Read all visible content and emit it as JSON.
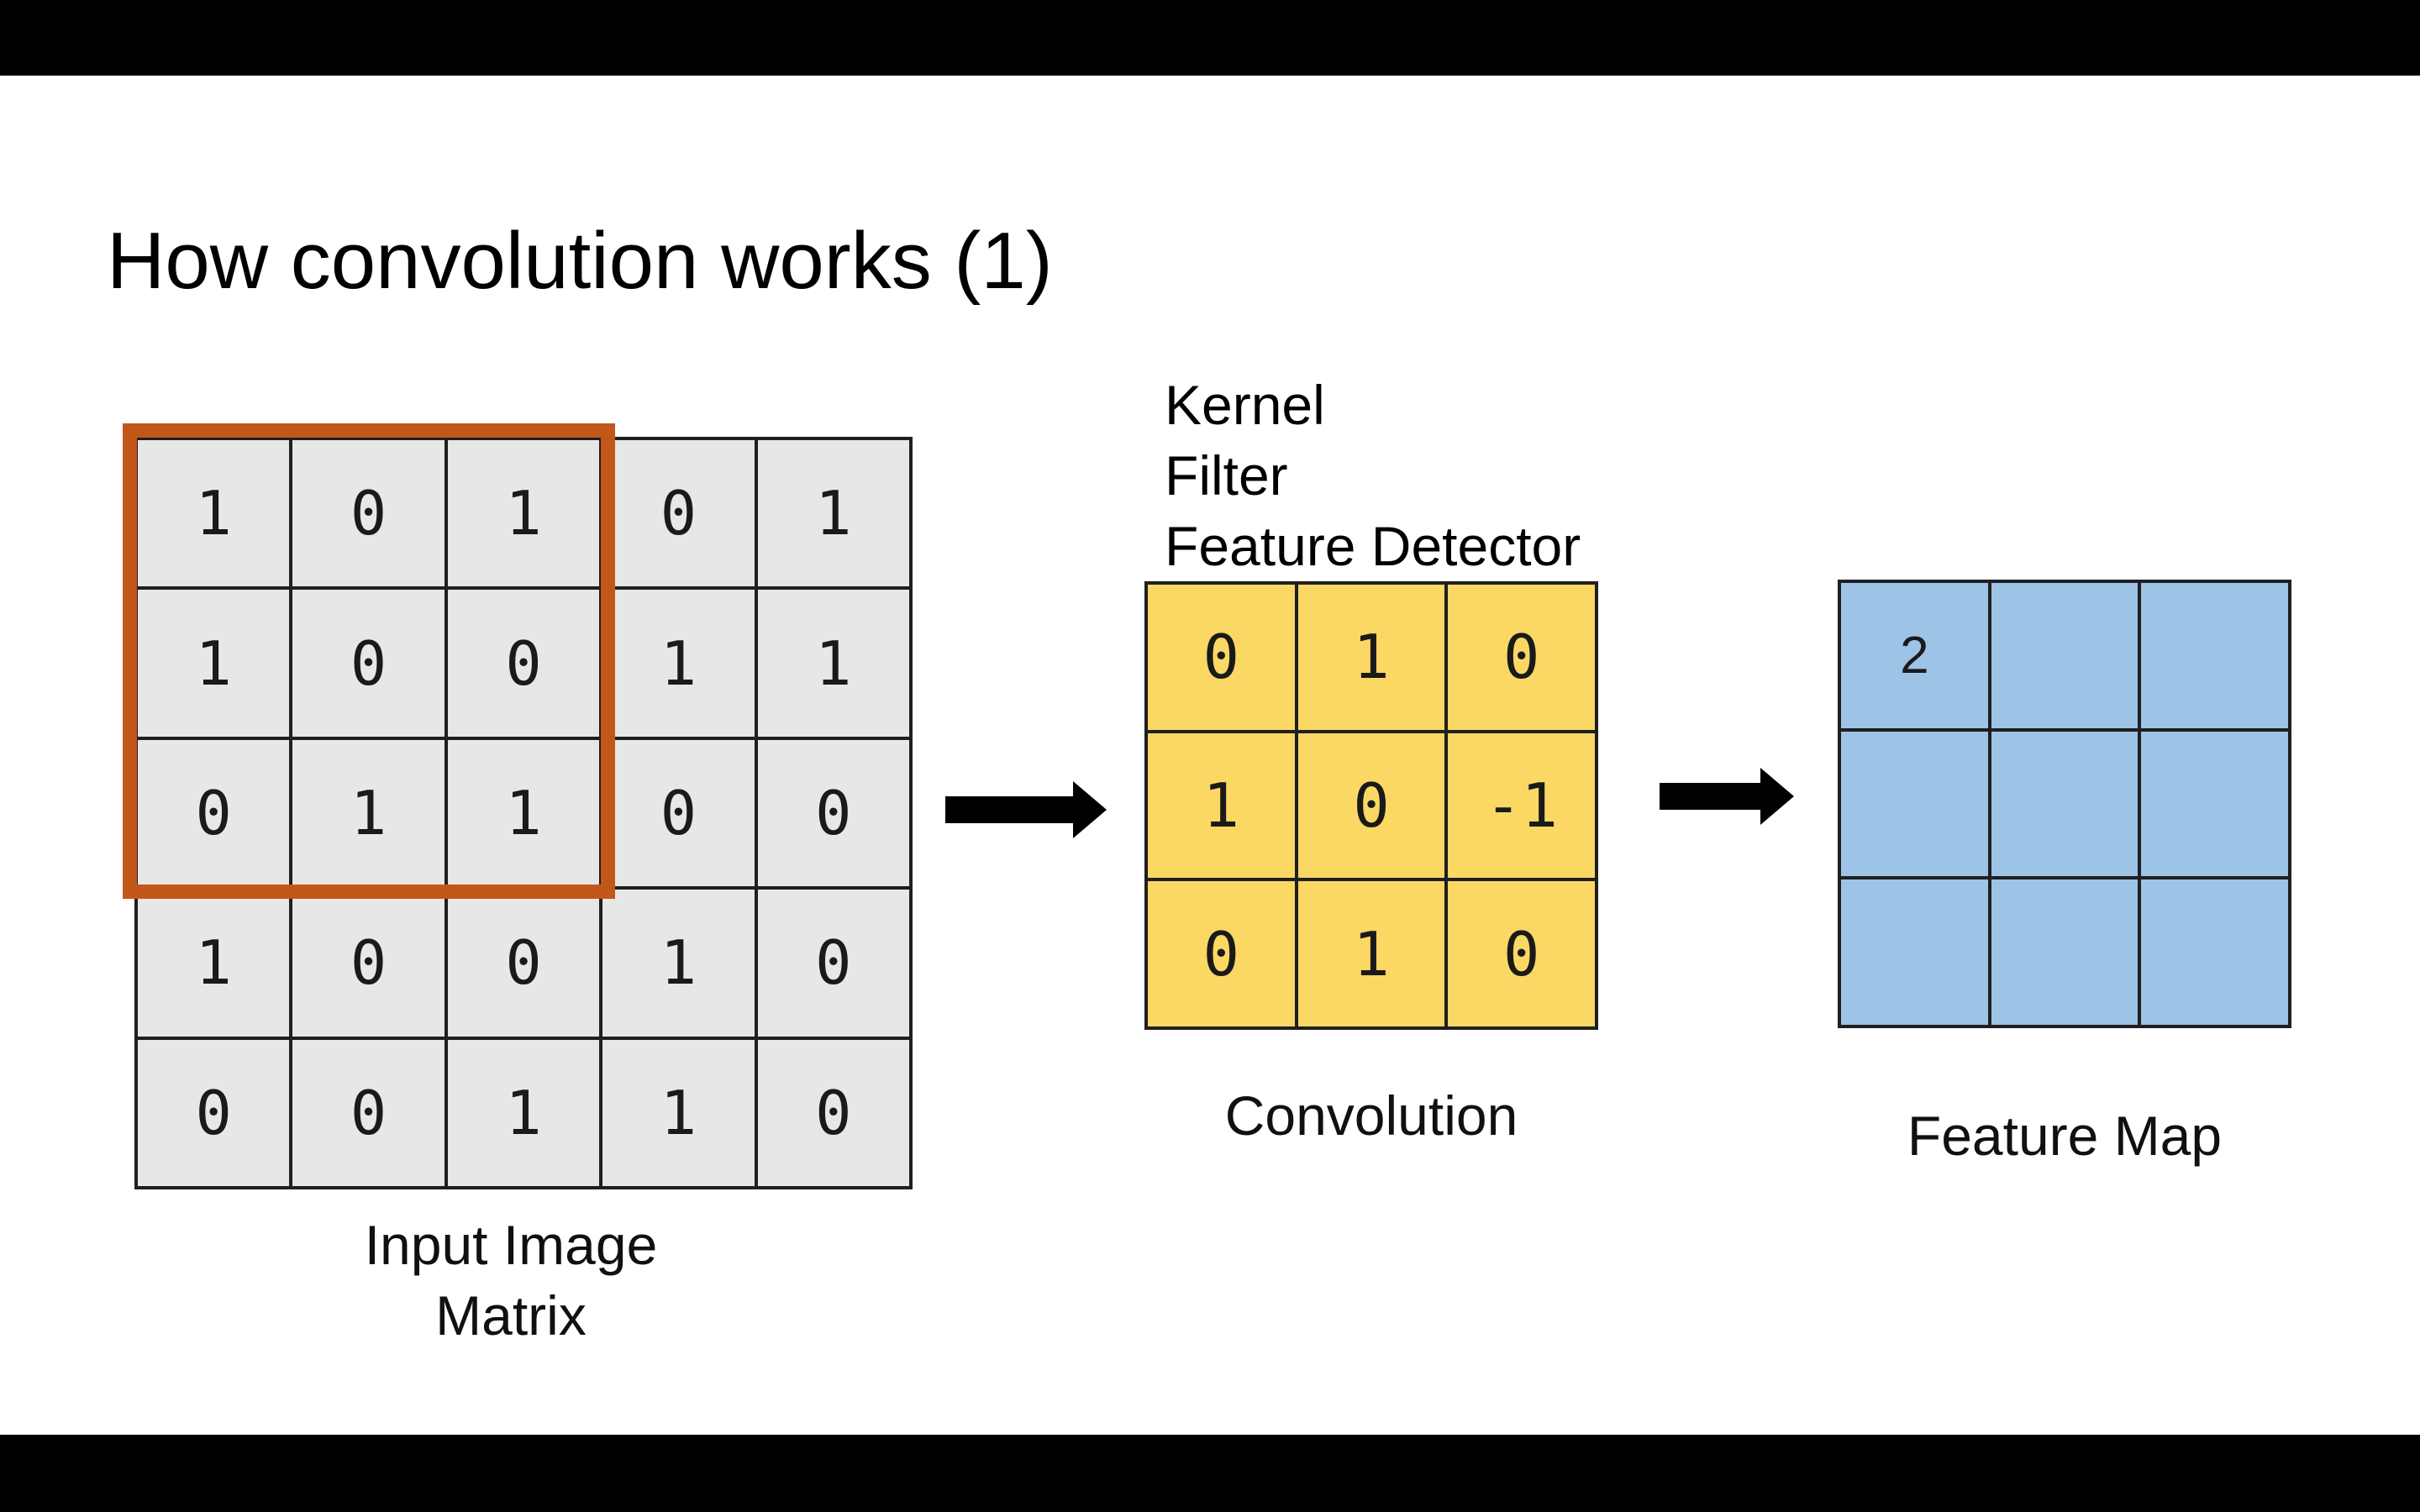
{
  "slide": {
    "title": "How convolution works (1)",
    "input_matrix": {
      "rows": [
        [
          "1",
          "0",
          "1",
          "0",
          "1"
        ],
        [
          "1",
          "0",
          "0",
          "1",
          "1"
        ],
        [
          "0",
          "1",
          "1",
          "0",
          "0"
        ],
        [
          "1",
          "0",
          "0",
          "1",
          "0"
        ],
        [
          "0",
          "0",
          "1",
          "1",
          "0"
        ]
      ],
      "caption_line1": "Input Image",
      "caption_line2": "Matrix",
      "highlight_region": "top-left 3x3 window"
    },
    "kernel": {
      "label_line1": "Kernel",
      "label_line2": "Filter",
      "label_line3": "Feature Detector",
      "rows": [
        [
          "0",
          "1",
          "0"
        ],
        [
          "1",
          "0",
          "-1"
        ],
        [
          "0",
          "1",
          "0"
        ]
      ],
      "caption": "Convolution"
    },
    "feature_map": {
      "rows": [
        [
          "2",
          "",
          ""
        ],
        [
          "",
          "",
          ""
        ],
        [
          "",
          "",
          ""
        ]
      ],
      "caption": "Feature Map"
    },
    "colors": {
      "input_cell": "#E8E7E7",
      "kernel_cell": "#FBD764",
      "feature_cell": "#9DC3E6",
      "highlight_border": "#C2571A",
      "grid_line": "#1f1f1f",
      "arrow": "#000000",
      "letterbox": "#000000",
      "background": "#ffffff"
    }
  }
}
